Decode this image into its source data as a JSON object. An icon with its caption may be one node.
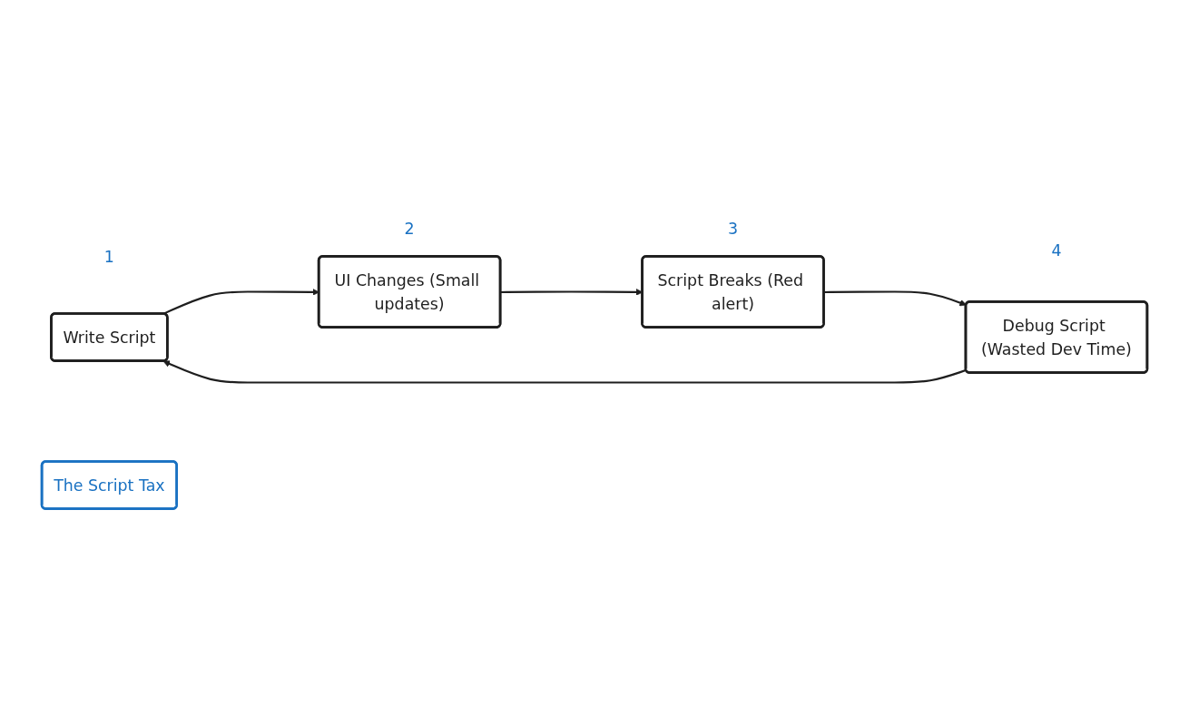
{
  "diagram": {
    "nodes": [
      {
        "text": [
          "Write Script"
        ],
        "beside": [
          "1"
        ]
      },
      {
        "text": [
          "UI Changes (Small updates)"
        ],
        "beside": [
          "2"
        ]
      },
      {
        "text": [
          "Script Breaks (Red alert)"
        ],
        "beside": [
          "3"
        ]
      },
      {
        "text": [
          "Debug Script (Wasted Dev Time)"
        ],
        "beside": [
          "4"
        ]
      },
      {
        "text": [
          "The Script Tax"
        ]
      }
    ],
    "edges": [
      {
        "from": 0,
        "to": 1,
        "arrow": "to"
      },
      {
        "from": 1,
        "to": 2,
        "arrow": "to"
      },
      {
        "from": 2,
        "to": 3,
        "arrow": "to"
      },
      {
        "from": 3,
        "to": 0,
        "arrow": "to"
      }
    ]
  }
}
